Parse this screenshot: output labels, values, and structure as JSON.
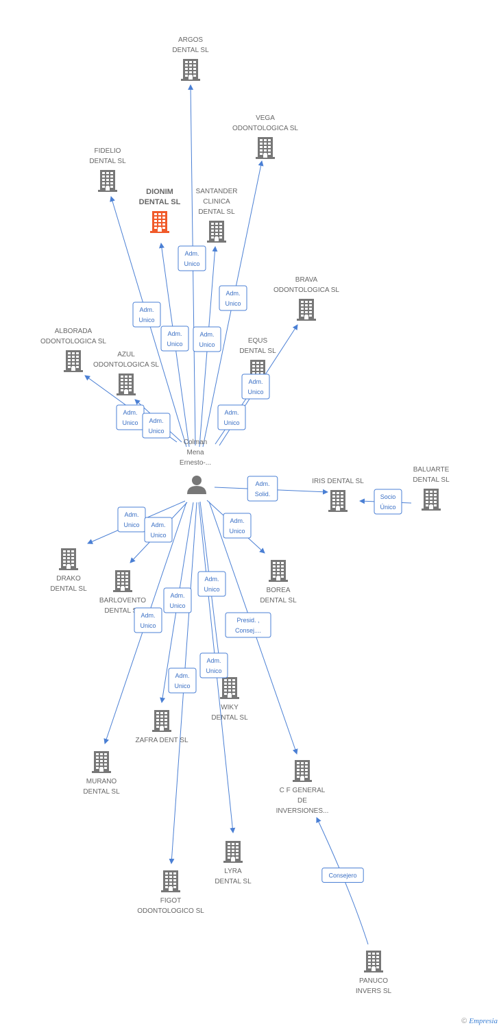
{
  "colors": {
    "edge": "#4a7fd4",
    "company": "#777777",
    "focus_company": "#f05a2a",
    "person": "#777777"
  },
  "person": {
    "id": "colman",
    "label_lines": [
      "Colman",
      "Mena",
      "Ernesto-..."
    ],
    "icon": "person-icon"
  },
  "companies": [
    {
      "id": "argos",
      "label_lines": [
        "ARGOS",
        "DENTAL SL"
      ]
    },
    {
      "id": "vega",
      "label_lines": [
        "VEGA",
        "ODONTOLOGICA SL"
      ]
    },
    {
      "id": "fidelio",
      "label_lines": [
        "FIDELIO",
        "DENTAL SL"
      ]
    },
    {
      "id": "dionim",
      "label_lines": [
        "DIONIM",
        "DENTAL SL"
      ],
      "focus": true
    },
    {
      "id": "santander",
      "label_lines": [
        "SANTANDER",
        "CLINICA",
        "DENTAL SL"
      ]
    },
    {
      "id": "brava",
      "label_lines": [
        "BRAVA",
        "ODONTOLOGICA SL"
      ]
    },
    {
      "id": "alborada",
      "label_lines": [
        "ALBORADA",
        "ODONTOLOGICA SL"
      ]
    },
    {
      "id": "azul",
      "label_lines": [
        "AZUL",
        "ODONTOLOGICA SL"
      ]
    },
    {
      "id": "equs",
      "label_lines": [
        "EQUS",
        "DENTAL SL"
      ]
    },
    {
      "id": "iris",
      "label_lines": [
        "IRIS DENTAL SL"
      ]
    },
    {
      "id": "baluarte",
      "label_lines": [
        "BALUARTE",
        "DENTAL SL"
      ]
    },
    {
      "id": "drako",
      "label_lines": [
        "DRAKO",
        "DENTAL SL"
      ]
    },
    {
      "id": "barlovento",
      "label_lines": [
        "BARLOVENTO",
        "DENTAL SL"
      ]
    },
    {
      "id": "borea",
      "label_lines": [
        "BOREA",
        "DENTAL SL"
      ]
    },
    {
      "id": "wiky",
      "label_lines": [
        "WIKY",
        "DENTAL SL"
      ]
    },
    {
      "id": "zafra",
      "label_lines": [
        "ZAFRA DENT SL"
      ]
    },
    {
      "id": "murano",
      "label_lines": [
        "MURANO",
        "DENTAL SL"
      ]
    },
    {
      "id": "cf",
      "label_lines": [
        "C F GENERAL",
        "DE",
        "INVERSIONES..."
      ]
    },
    {
      "id": "lyra",
      "label_lines": [
        "LYRA",
        "DENTAL SL"
      ]
    },
    {
      "id": "figot",
      "label_lines": [
        "FIGOT",
        "ODONTOLOGICO SL"
      ]
    },
    {
      "id": "panuco",
      "label_lines": [
        "PANUCO",
        "INVERS SL"
      ]
    }
  ],
  "edges": [
    {
      "from": "colman",
      "to": "argos",
      "label_lines": [
        "Adm.",
        "Unico"
      ]
    },
    {
      "from": "colman",
      "to": "vega",
      "label_lines": [
        "Adm.",
        "Unico"
      ]
    },
    {
      "from": "colman",
      "to": "fidelio",
      "label_lines": [
        "Adm.",
        "Unico"
      ]
    },
    {
      "from": "colman",
      "to": "dionim",
      "label_lines": [
        "Adm.",
        "Unico"
      ]
    },
    {
      "from": "colman",
      "to": "santander",
      "label_lines": [
        "Adm.",
        "Unico"
      ]
    },
    {
      "from": "colman",
      "to": "brava",
      "label_lines": [
        "Adm.",
        "Unico"
      ]
    },
    {
      "from": "colman",
      "to": "alborada",
      "label_lines": [
        "Adm.",
        "Unico"
      ]
    },
    {
      "from": "colman",
      "to": "azul",
      "label_lines": [
        "Adm.",
        "Unico"
      ]
    },
    {
      "from": "colman",
      "to": "equs",
      "label_lines": [
        "Adm.",
        "Unico"
      ]
    },
    {
      "from": "colman",
      "to": "iris",
      "label_lines": [
        "Adm.",
        "Solid."
      ]
    },
    {
      "from": "baluarte",
      "to": "iris",
      "label_lines": [
        "Socio",
        "Único"
      ]
    },
    {
      "from": "colman",
      "to": "drako",
      "label_lines": [
        "Adm.",
        "Unico"
      ]
    },
    {
      "from": "colman",
      "to": "barlovento",
      "label_lines": [
        "Adm.",
        "Unico"
      ]
    },
    {
      "from": "colman",
      "to": "borea",
      "label_lines": [
        "Adm.",
        "Unico"
      ]
    },
    {
      "from": "colman",
      "to": "wiky",
      "label_lines": [
        "Adm.",
        "Unico"
      ]
    },
    {
      "from": "colman",
      "to": "zafra",
      "label_lines": [
        "Adm.",
        "Unico"
      ]
    },
    {
      "from": "colman",
      "to": "murano",
      "label_lines": [
        "Adm.",
        "Unico"
      ]
    },
    {
      "from": "colman",
      "to": "cf",
      "label_lines": [
        "Presid. ,",
        "Consej...."
      ]
    },
    {
      "from": "colman",
      "to": "lyra",
      "label_lines": [
        "Adm.",
        "Unico"
      ]
    },
    {
      "from": "colman",
      "to": "figot",
      "label_lines": [
        "Adm.",
        "Unico"
      ]
    },
    {
      "from": "panuco",
      "to": "cf",
      "label_lines": [
        "Consejero"
      ]
    }
  ],
  "footer": {
    "copyright": "©",
    "brand": "Empresia"
  }
}
